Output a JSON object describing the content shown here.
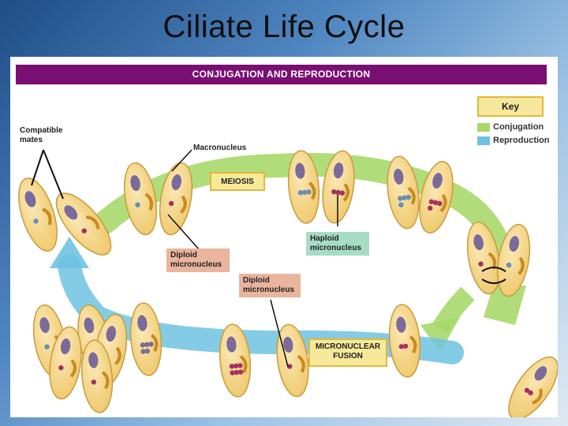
{
  "title": "Ciliate Life Cycle",
  "banner": "CONJUGATION AND REPRODUCTION",
  "key": {
    "title": "Key",
    "items": [
      {
        "label": "Conjugation",
        "color": "#a9d86c"
      },
      {
        "label": "Reproduction",
        "color": "#6fc3e0"
      }
    ]
  },
  "labels": {
    "compatible_mates": [
      "Compatible",
      "mates"
    ],
    "macronucleus": "Macronucleus",
    "meiosis": "MEIOSIS",
    "diploid_1": [
      "Diploid",
      "micronucleus"
    ],
    "haploid": [
      "Haploid",
      "micronucleus"
    ],
    "diploid_2": [
      "Diploid",
      "micronucleus"
    ],
    "fusion": [
      "MICRONUCLEAR",
      "FUSION"
    ]
  },
  "colors": {
    "banner": "#7a0f72",
    "cell_fill": "#f4d484",
    "cell_edge": "#c79c3f",
    "macronucleus": "#7b6a9a",
    "micronucleus": "#a8305f",
    "haploid_nucleus": "#6a8fb0",
    "conjugation_arrow": "#a9d86c",
    "reproduction_arrow": "#6fc3e0"
  }
}
